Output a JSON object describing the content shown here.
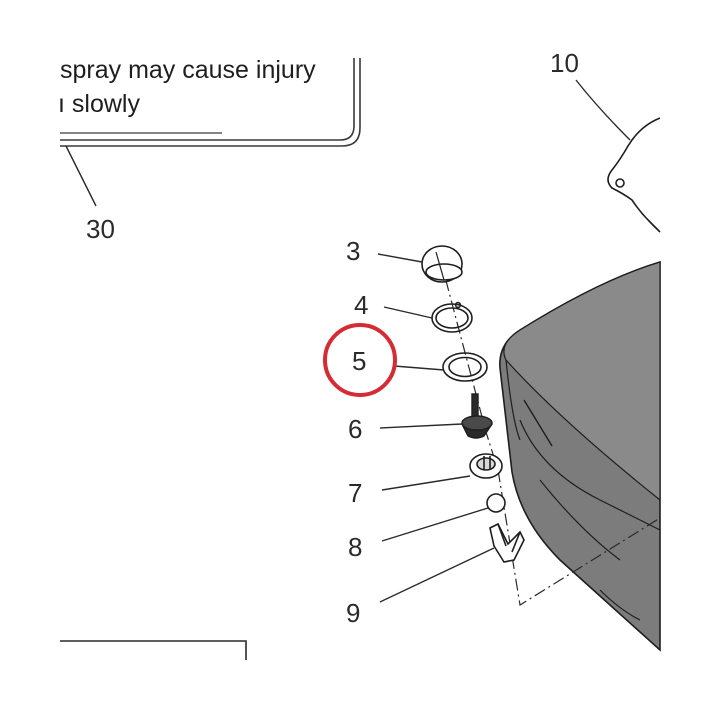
{
  "warning": {
    "line1": "spray may cause injury",
    "line2": "ı slowly"
  },
  "callouts": {
    "c30": "30",
    "c10": "10",
    "c3": "3",
    "c4": "4",
    "c5": "5",
    "c6": "6",
    "c7": "7",
    "c8": "8",
    "c9": "9"
  },
  "colors": {
    "highlight": "#d62a34",
    "line": "#2a2a2a",
    "body_fill": "#7c7c7c",
    "body_top": "#8a8a8a"
  }
}
